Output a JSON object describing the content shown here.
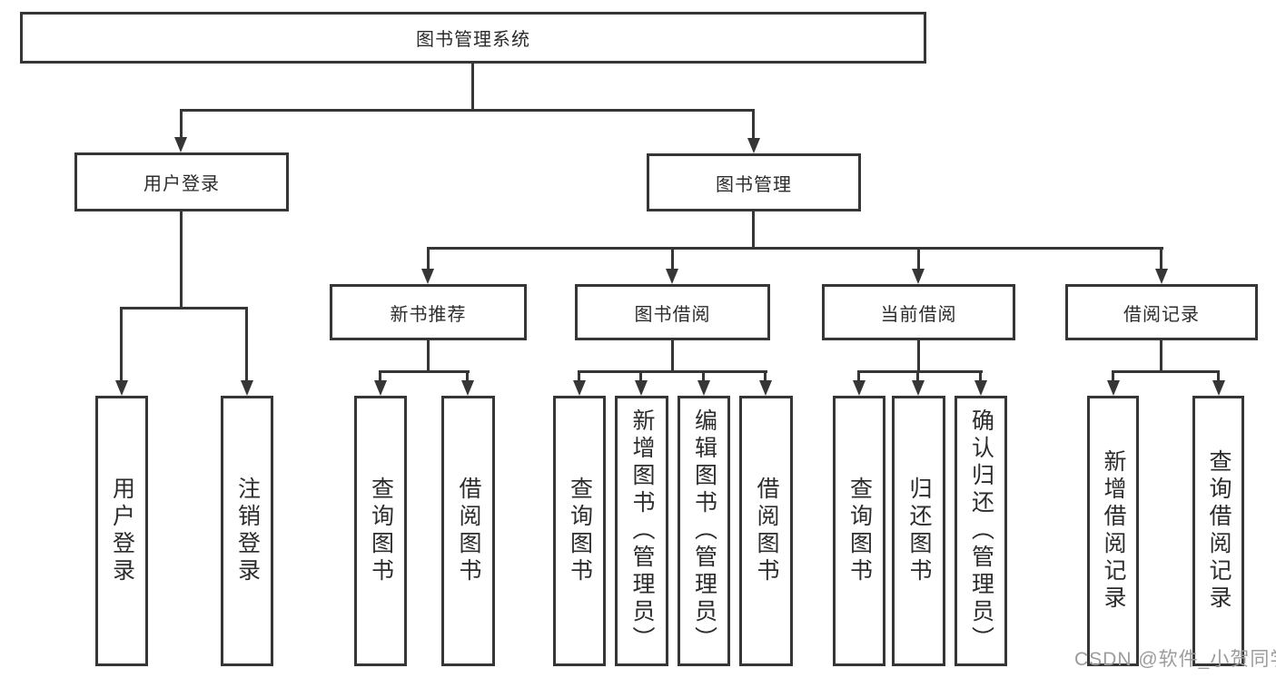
{
  "tree": {
    "label": "图书管理系统",
    "children": [
      {
        "label": "用户登录",
        "children": [
          {
            "label": "用户登录"
          },
          {
            "label": "注销登录"
          }
        ]
      },
      {
        "label": "图书管理",
        "children": [
          {
            "label": "新书推荐",
            "children": [
              {
                "label": "查询图书"
              },
              {
                "label": "借阅图书"
              }
            ]
          },
          {
            "label": "图书借阅",
            "children": [
              {
                "label": "查询图书"
              },
              {
                "label": "新增图书（管理员）"
              },
              {
                "label": "编辑图书（管理员）"
              },
              {
                "label": "借阅图书"
              }
            ]
          },
          {
            "label": "当前借阅",
            "children": [
              {
                "label": "查询图书"
              },
              {
                "label": "归还图书"
              },
              {
                "label": "确认归还（管理员）"
              }
            ]
          },
          {
            "label": "借阅记录",
            "children": [
              {
                "label": "新增借阅记录"
              },
              {
                "label": "查询借阅记录"
              }
            ]
          }
        ]
      }
    ]
  },
  "watermark": {
    "text": "CSDN @软件_小贺同学"
  },
  "colors": {
    "line": "#363636",
    "box_bg": "#ffffff",
    "text": "#2c2c2c",
    "watermark": "#9c9c9c",
    "background": "#ffffff"
  }
}
